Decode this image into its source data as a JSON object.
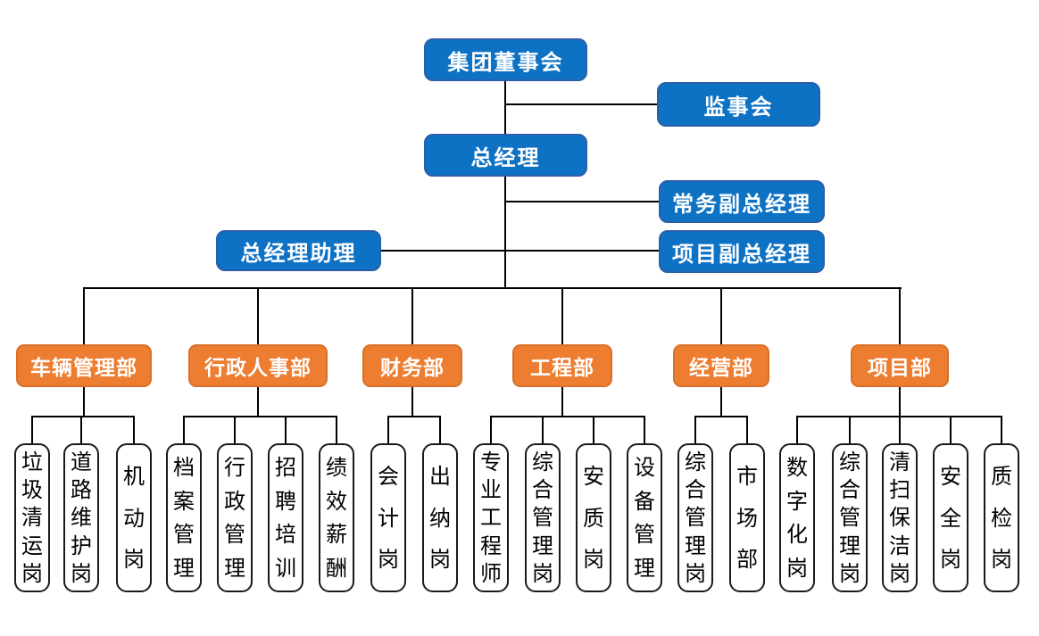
{
  "colors": {
    "blue": "#0E72C4",
    "orange": "#ED7D31",
    "line": "#000000",
    "leaf_border": "#1A1A1A",
    "box_text": "#FFFFFF"
  },
  "nodes": {
    "board": {
      "label": "集团董事会"
    },
    "supervisory": {
      "label": "监事会"
    },
    "gm": {
      "label": "总经理"
    },
    "deputy_exec": {
      "label": "常务副总经理"
    },
    "gm_assistant": {
      "label": "总经理助理"
    },
    "deputy_project": {
      "label": "项目副总经理"
    }
  },
  "departments": [
    {
      "label": "车辆管理部",
      "positions": [
        "垃圾清运岗",
        "道路维护岗",
        "机动岗"
      ]
    },
    {
      "label": "行政人事部",
      "positions": [
        "档案管理",
        "行政管理",
        "招聘培训",
        "绩效薪酬"
      ]
    },
    {
      "label": "财务部",
      "positions": [
        "会计岗",
        "出纳岗"
      ]
    },
    {
      "label": "工程部",
      "positions": [
        "专业工程师",
        "综合管理岗",
        "安质岗",
        "设备管理"
      ]
    },
    {
      "label": "经营部",
      "positions": [
        "综合管理岗",
        "市场部"
      ]
    },
    {
      "label": "项目部",
      "positions": [
        "数字化岗",
        "综合管理岗",
        "清扫保洁岗",
        "安全岗",
        "质检岗"
      ]
    }
  ]
}
